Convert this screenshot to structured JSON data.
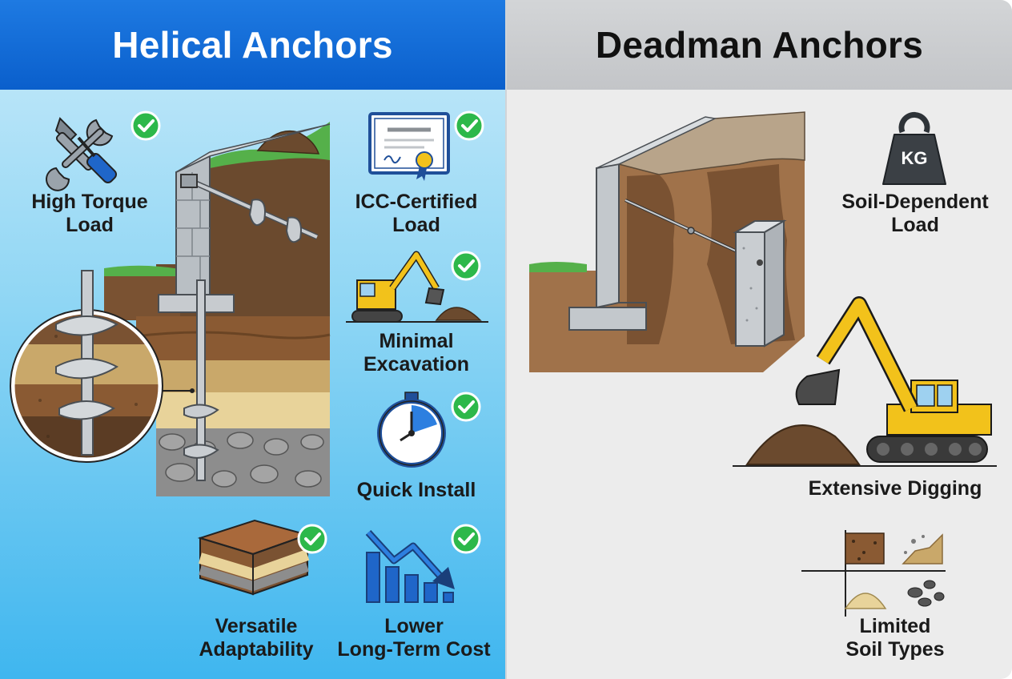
{
  "helical": {
    "title": "Helical Anchors",
    "features": {
      "high_torque": [
        "High Torque",
        "Load"
      ],
      "icc": [
        "ICC-Certified",
        "Load"
      ],
      "minimal_excavation": [
        "Minimal",
        "Excavation"
      ],
      "quick_install": [
        "Quick Install"
      ],
      "versatile": [
        "Versatile",
        "Adaptability"
      ],
      "lower_cost": [
        "Lower",
        "Long-Term Cost"
      ]
    }
  },
  "deadman": {
    "title": "Deadman Anchors",
    "weight_icon_text": "KG",
    "features": {
      "soil_dependent": [
        "Soil-Dependent",
        "Load"
      ],
      "extensive_digging": [
        "Extensive Digging"
      ],
      "limited_soil": [
        "Limited",
        "Soil Types"
      ]
    }
  },
  "colors": {
    "helical_header": "#0a5fcc",
    "deadman_header": "#c3c5c8",
    "check_green": "#2db84a",
    "excavator_yellow": "#f2c21b"
  }
}
